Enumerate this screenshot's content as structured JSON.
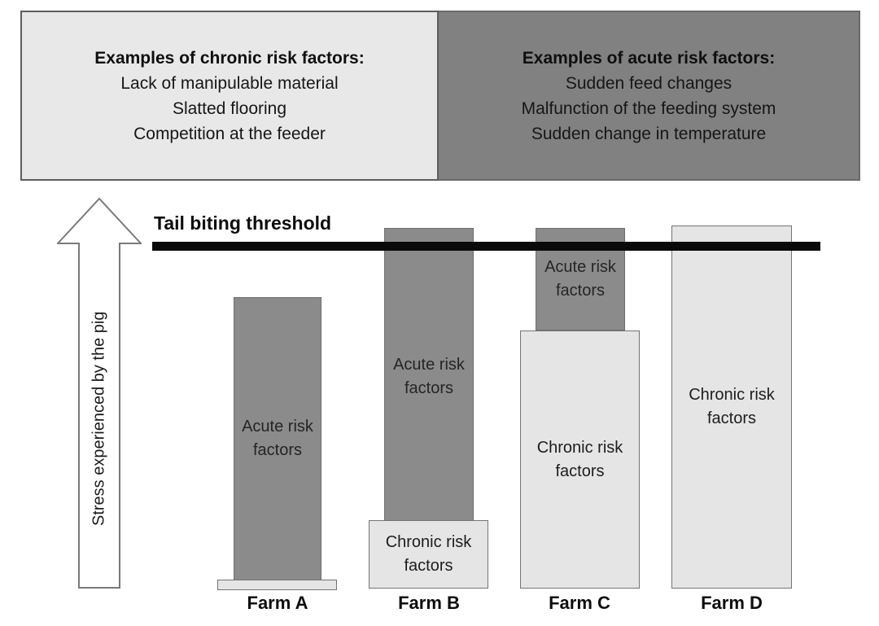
{
  "legend": {
    "chronic": {
      "title": "Examples of chronic risk factors:",
      "items": [
        "Lack of manipulable material",
        "Slatted flooring",
        "Competition at the feeder"
      ]
    },
    "acute": {
      "title": "Examples of acute risk factors:",
      "items": [
        "Sudden feed changes",
        "Malfunction of the feeding system",
        "Sudden change in temperature"
      ]
    }
  },
  "axis": {
    "label": "Stress experienced by the pig"
  },
  "threshold": {
    "label": "Tail biting threshold"
  },
  "farms": [
    {
      "name": "Farm A",
      "exceeds_threshold": false,
      "segments": [
        {
          "kind": "acute",
          "label": "Acute risk factors"
        },
        {
          "kind": "chronic",
          "label": ""
        }
      ]
    },
    {
      "name": "Farm B",
      "exceeds_threshold": true,
      "segments": [
        {
          "kind": "acute",
          "label": "Acute risk factors"
        },
        {
          "kind": "chronic",
          "label": "Chronic risk factors"
        }
      ]
    },
    {
      "name": "Farm C",
      "exceeds_threshold": true,
      "segments": [
        {
          "kind": "acute",
          "label": "Acute risk factors"
        },
        {
          "kind": "chronic",
          "label": "Chronic risk factors"
        }
      ]
    },
    {
      "name": "Farm D",
      "exceeds_threshold": true,
      "segments": [
        {
          "kind": "chronic",
          "label": "Chronic risk factors"
        }
      ]
    }
  ],
  "colors": {
    "chronic_fill": "#e5e5e5",
    "acute_fill": "#8b8b8b",
    "legend_chronic_fill": "#e8e8e8",
    "legend_acute_fill": "#818181",
    "threshold_line": "#0a0a0a",
    "border": "#6f6f6f",
    "text": "#1a1a1a",
    "background": "#ffffff"
  }
}
